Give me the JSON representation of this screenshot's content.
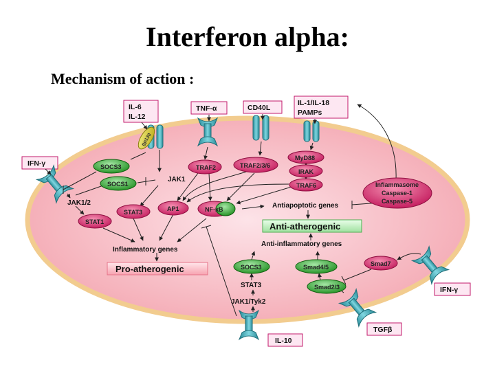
{
  "title": "Interferon alpha:",
  "subtitle": "Mechanism of action :",
  "ligands": {
    "il6": "IL-6",
    "il12": "IL-12",
    "tnf": "TNF-α",
    "cd40l": "CD40L",
    "il1": "IL-1/IL-18",
    "pamps": "PAMPs",
    "ifng_left": "IFN-γ",
    "ifng_right": "IFN-γ",
    "tgfb": "TGFβ",
    "il10": "IL-10"
  },
  "receptor_label": "gp130",
  "nodes": {
    "socs3_top": "SOCS3",
    "socs1": "SOCS1",
    "stat3": "STAT3",
    "stat1": "STAT1",
    "traf2": "TRAF2",
    "traf236": "TRAF2/3/6",
    "myd88": "MyD88",
    "irak": "IRAK",
    "traf6": "TRAF6",
    "ap1": "AP1",
    "nfkb": "NF-κB",
    "socs3_bottom": "SOCS3",
    "smad45": "Smad4/5",
    "smad23": "Smad2/3",
    "smad7": "Smad7"
  },
  "inflammasome": {
    "line1": "Inflammasome",
    "line2": "Caspase-1",
    "line3": "Caspase-5"
  },
  "labels": {
    "jak1": "JAK1",
    "jak12": "JAK1/2",
    "inflammatory_genes": "Inflammatory genes",
    "antiapoptotic_genes": "Antiapoptotic genes",
    "anti_inflammatory_genes": "Anti-inflammatory genes",
    "stat3_lower": "STAT3",
    "jak1tyk2": "JAK1/Tyk2"
  },
  "outcomes": {
    "pro": "Pro-atherogenic",
    "anti": "Anti-atherogenic"
  },
  "colors": {
    "cell_fill": "#f7b8c0",
    "cell_border": "#f2cc8f",
    "node_red": "#d81b60",
    "node_green": "#2e9d2e",
    "receptor": "#3fb0bf",
    "ligand_box_border": "#c2186b"
  }
}
